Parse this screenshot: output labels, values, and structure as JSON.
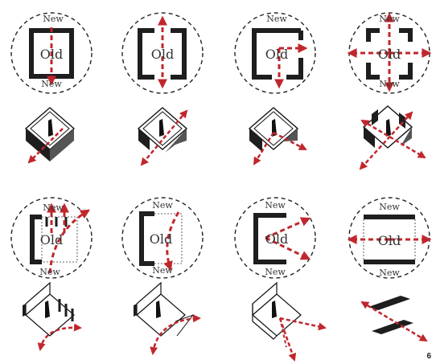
{
  "labels": {
    "new": "New",
    "old": "Old"
  },
  "page_number": "6",
  "colors": {
    "arrow": "#c0272d",
    "wall": "#1e1e1e",
    "line": "#222222"
  }
}
